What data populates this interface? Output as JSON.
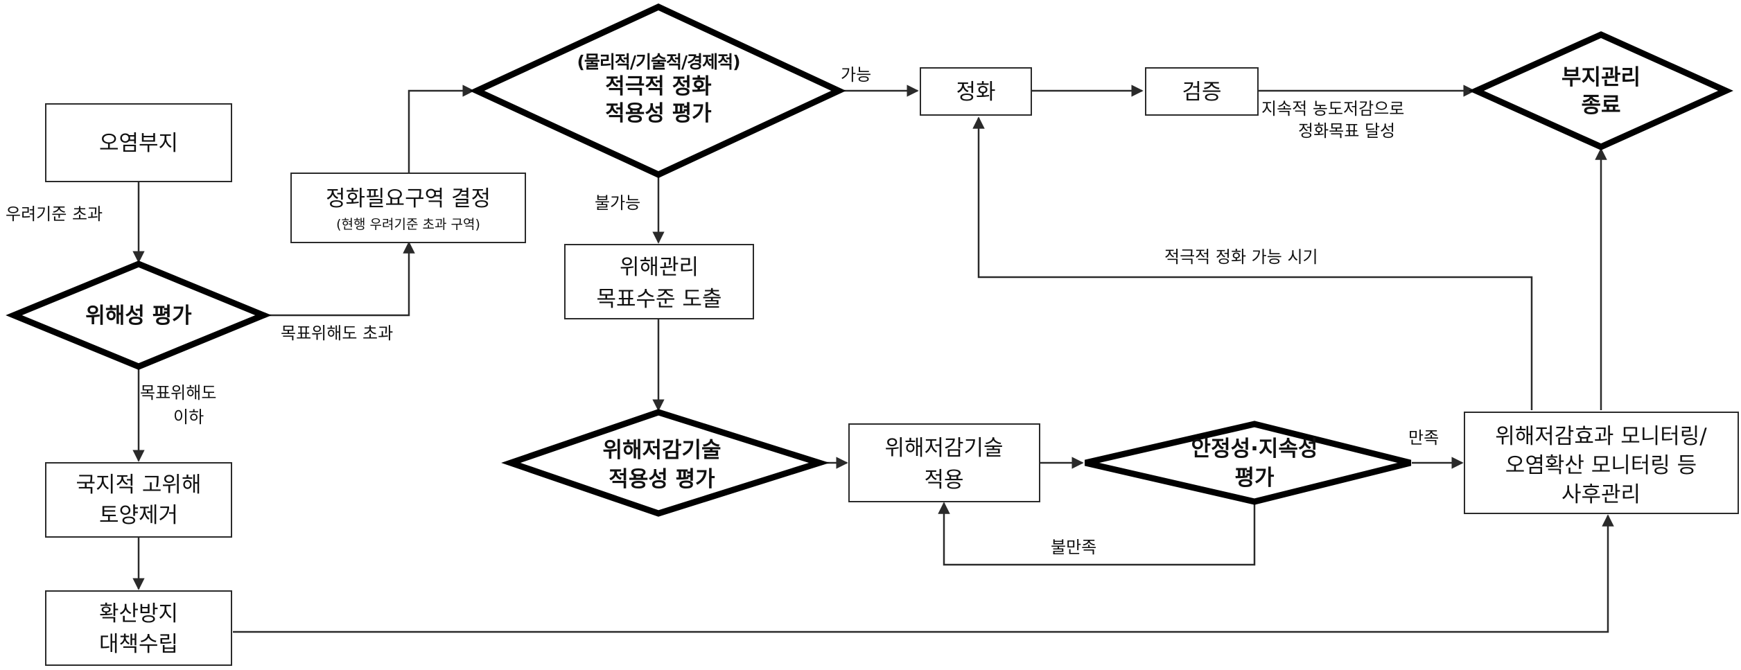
{
  "colors": {
    "line": "#2a2a2a",
    "diamond_border": "#000000",
    "fill": "#ffffff"
  },
  "nodes": {
    "contaminated_site": "오염부지",
    "risk_assessment": "위해성  평가",
    "zone_decision": "정화필요구역  결정",
    "zone_decision_sub": "(현행  우려기준  초과  구역)",
    "remediation_eval_line1": "(물리적/기술적/경제적)",
    "remediation_eval_line2": "적극적 정화",
    "remediation_eval_line3": "적용성 평가",
    "remediation": "정화",
    "verification": "검증",
    "site_end_line1": "부지관리",
    "site_end_line2": "종료",
    "risk_goal_line1": "위해관리",
    "risk_goal_line2": "목표수준  도출",
    "local_removal_line1": "국지적 고위해",
    "local_removal_line2": "토양제거",
    "spread_prevent_line1": "확산방지",
    "spread_prevent_line2": "대책수립",
    "tech_eval_line1": "위해저감기술",
    "tech_eval_line2": "적용성  평가",
    "tech_apply_line1": "위해저감기술",
    "tech_apply_line2": "적용",
    "stability_eval_line1": "안정성·지속성",
    "stability_eval_line2": "평가",
    "post_mgmt_line1": "위해저감효과 모니터링/",
    "post_mgmt_line2": "오염확산 모니터링 등",
    "post_mgmt_line3": "사후관리"
  },
  "edge_labels": {
    "exceed_concern": "우려기준 초과",
    "exceed_target": "목표위해도 초과",
    "below_target_line1": "목표위해도",
    "below_target_line2": "이하",
    "possible": "가능",
    "impossible": "불가능",
    "target_achieved_line1": "지속적 농도저감으로",
    "target_achieved_line2": "정화목표 달성",
    "active_remediation_possible": "적극적 정화 가능 시기",
    "satisfied": "만족",
    "unsatisfied": "불만족"
  }
}
